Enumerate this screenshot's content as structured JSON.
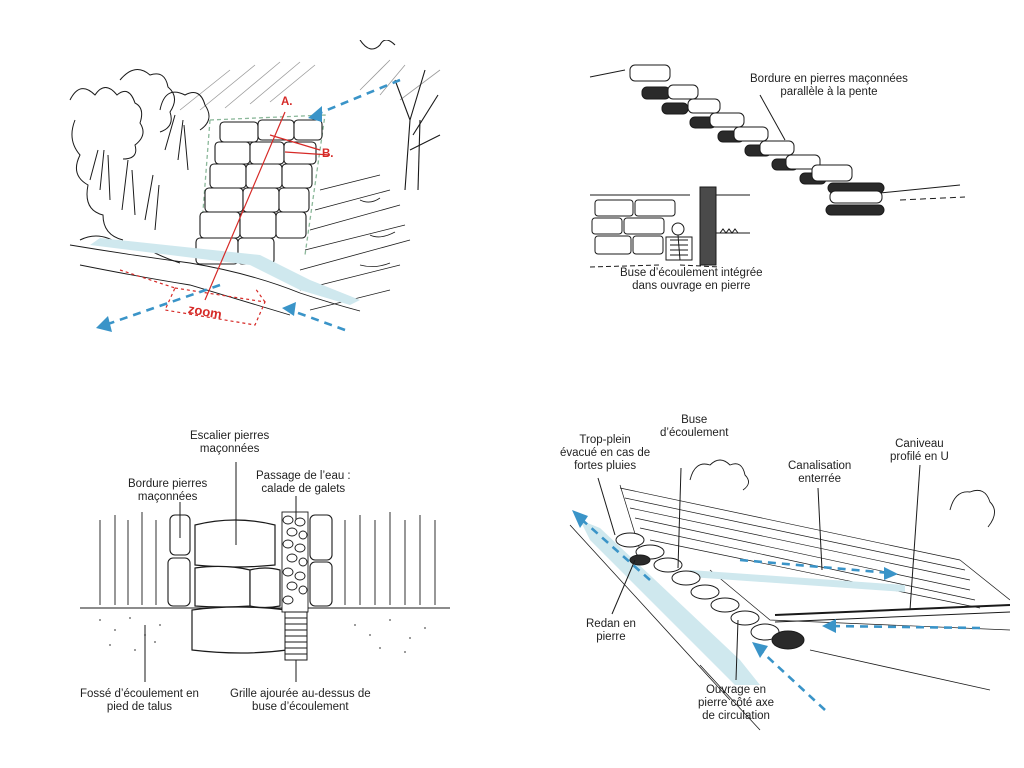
{
  "colors": {
    "ink": "#1a1a1a",
    "water_arrow": "#3a94c8",
    "water_fill": "#cfe8ee",
    "zoom_red": "#d62a27",
    "hedge_green": "#8bb89a",
    "stone_dark": "#2a2a2a"
  },
  "panel1": {
    "marker_a": "A.",
    "marker_b": "B.",
    "zoom_label": "zoom"
  },
  "panel2": {
    "label_border": "Bordure en pierres maçonnées\nparallèle à la pente",
    "label_pipe": "Buse d’écoulement intégrée\ndans ouvrage en pierre"
  },
  "panel3": {
    "label_stairs": "Escalier pierres\nmaçonnées",
    "label_border": "Bordure pierres\nmaçonnées",
    "label_water": "Passage de l’eau :\ncalade de galets",
    "label_ditch": "Fossé d’écoulement en\npied de talus",
    "label_grate": "Grille ajourée au-dessus de\nbuse d’écoulement"
  },
  "panel4": {
    "label_overflow": "Trop-plein\névacué en cas de\nfortes pluies",
    "label_pipe": "Buse\nd’écoulement",
    "label_buried": "Canalisation\nenterrée",
    "label_gutter": "Caniveau\nprofilé en U",
    "label_redan": "Redan en\npierre",
    "label_work": "Ouvrage en\npierre côté axe\nde circulation"
  }
}
